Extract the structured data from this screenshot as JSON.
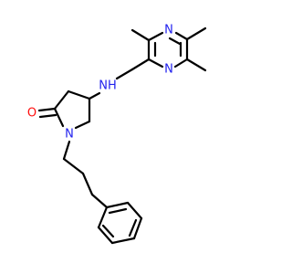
{
  "atoms": {
    "oxygen": {
      "symbol": "O",
      "color": "#ff0d0d"
    },
    "amide_nitrogen": {
      "symbol": "N",
      "color": "#2222ee"
    },
    "amine": {
      "symbol": "NH",
      "color": "#2222ee"
    },
    "pyrazine_n_top": {
      "symbol": "N",
      "color": "#2222ee"
    },
    "pyrazine_n_bottom": {
      "symbol": "N",
      "color": "#2222ee"
    }
  },
  "colors": {
    "bond": "#000000",
    "nitrogen": "#2222ee",
    "oxygen": "#ff0d0d",
    "background": "#ffffff"
  }
}
